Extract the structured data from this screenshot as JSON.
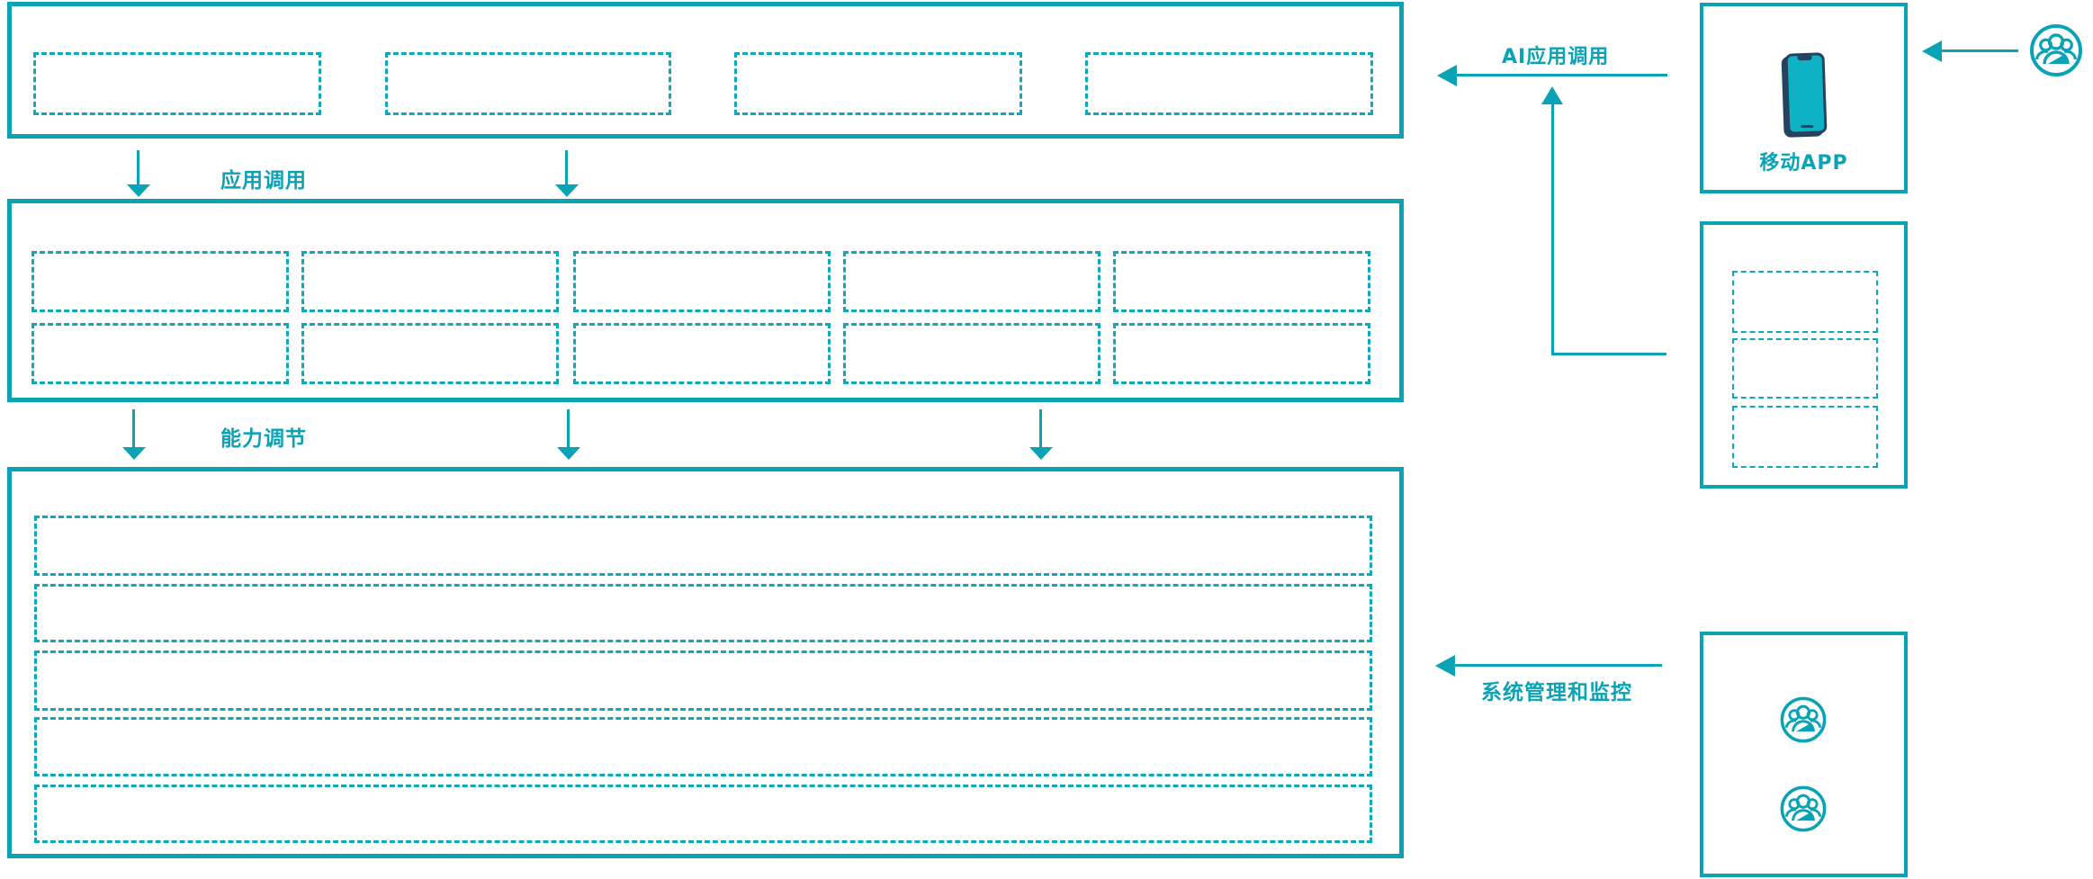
{
  "diagram": {
    "labels": {
      "app_call": "应用调用",
      "capability_adjust": "能力调节",
      "ai_app_call": "AI应用调用",
      "mobile_app": "移动APP",
      "system_mgmt": "系统管理和监控"
    },
    "colors": {
      "accent_teal": "#0aa3b5",
      "dashed_teal": "#0fa8ba",
      "phone_navy": "#25425e",
      "phone_screen": "#0db2c5",
      "background": "#ffffff"
    },
    "icons": {
      "mobile_phone": "mobile-phone-icon",
      "users_group": "users-group-icon"
    },
    "structure": {
      "application_layer_slots": 4,
      "capability_layer_rows": 2,
      "capability_layer_cols": 5,
      "platform_layer_rows": 5,
      "ops_panel_slots": 3,
      "admin_panel_user_icons": 2
    }
  }
}
